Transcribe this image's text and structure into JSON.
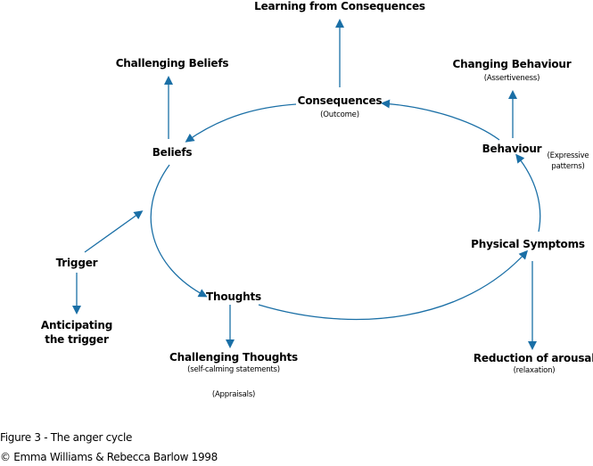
{
  "accent_color": "#1a6fa6",
  "nodes": {
    "learning": "Learning from Consequences",
    "consequences": "Consequences",
    "consequences_sub": "(Outcome)",
    "challenging_beliefs": "Challenging Beliefs",
    "beliefs": "Beliefs",
    "changing_behaviour": "Changing Behaviour",
    "changing_behaviour_sub": "(Assertiveness)",
    "behaviour": "Behaviour",
    "behaviour_sub_1": "(Expressive",
    "behaviour_sub_2": "patterns)",
    "trigger": "Trigger",
    "anticipating_1": "Anticipating",
    "anticipating_2": "the trigger",
    "thoughts": "Thoughts",
    "challenging_thoughts": "Challenging Thoughts",
    "challenging_thoughts_sub": "(self-calming statements)",
    "appraisals": "(Appraisals)",
    "physical": "Physical Symptoms",
    "reduction": "Reduction of arousal",
    "reduction_sub": "(relaxation)"
  },
  "caption": {
    "figure": "Figure 3 - The anger cycle",
    "copyright": "© Emma Williams & Rebecca Barlow 1998"
  }
}
